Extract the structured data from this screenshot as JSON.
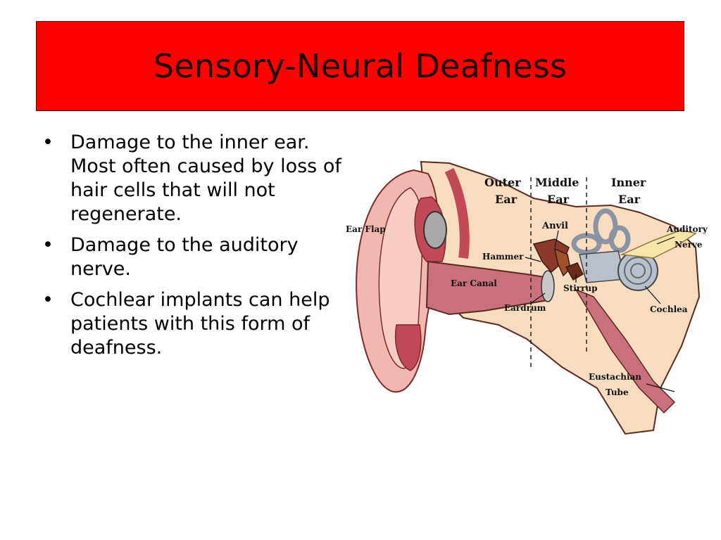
{
  "slide": {
    "title": "Sensory-Neural Deafness",
    "bullets": [
      "Damage to the inner ear. Most often caused by loss of hair cells that will not regenerate.",
      "Damage to the auditory nerve.",
      "Cochlear implants can help patients with this form of deafness."
    ],
    "bullet_symbol": "•"
  },
  "diagram": {
    "labels": {
      "outer_ear": [
        "Outer",
        "Ear"
      ],
      "middle_ear": [
        "Middle",
        "Ear"
      ],
      "inner_ear": [
        "Inner",
        "Ear"
      ],
      "ear_flap": "Ear Flap",
      "anvil": "Anvil",
      "hammer": "Hammer",
      "ear_canal": "Ear Canal",
      "stirrup": "Stirrup",
      "eardrum": "Eardrum",
      "auditory_nerve": [
        "Auditory",
        "Nerve"
      ],
      "cochlea": "Cochlea",
      "eustachian_tube": [
        "Eustachian",
        "Tube"
      ]
    }
  },
  "colors": {
    "title_background": "#ff0000",
    "title_text": "#1a0000",
    "outer_ear_skin": "#f2b8b0",
    "canal": "#c9707c",
    "bone_tissue": "#f8dcc0",
    "ossicles": "#8b3a2a",
    "inner_ear": "#b8c0cc",
    "nerve": "#f5e6a8"
  }
}
